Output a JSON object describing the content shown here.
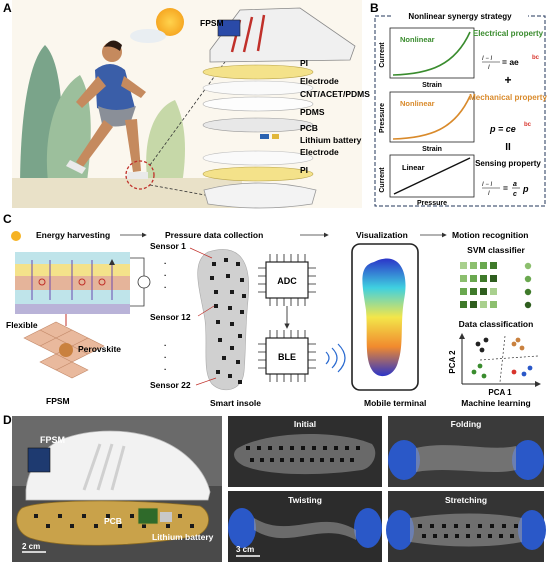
{
  "panels": {
    "a": {
      "letter": "A",
      "layers": [
        "FPSM",
        "PI",
        "Electrode",
        "CNT/ACET/PDMS",
        "PDMS",
        "PCB",
        "Lithium battery",
        "Electrode",
        "PI"
      ]
    },
    "b": {
      "letter": "B",
      "title": "Nonlinear synergy strategy",
      "plots": [
        {
          "curve_label": "Nonlinear",
          "ylabel": "Current",
          "xlabel": "Strain"
        },
        {
          "curve_label": "Nonlinear",
          "ylabel": "Pressure",
          "xlabel": "Strain"
        },
        {
          "curve_label": "Linear",
          "ylabel": "Current",
          "xlabel": "Pressure"
        }
      ],
      "properties": [
        "Electrical property",
        "Mechanical property",
        "Sensing property"
      ],
      "eq1": {
        "frac_num": "I − I",
        "frac_den": "I",
        "sub0": "0",
        "rhs": "= ae",
        "exp": "bc"
      },
      "eq2": {
        "lhs": "p = ce",
        "exp": "bc"
      },
      "eq3": {
        "rhs_pre": "=",
        "num": "a",
        "den": "c",
        "rhs_post": "p"
      },
      "plus": "+",
      "equals": "II"
    },
    "c": {
      "letter": "C",
      "steps": [
        "Energy harvesting",
        "Pressure data collection",
        "Visualization",
        "Motion recognition"
      ],
      "labels": {
        "flexible": "Flexible",
        "perovskite": "Perovskite",
        "fpsm": "FPSM",
        "sensor1": "Sensor 1",
        "sensor12": "Sensor 12",
        "sensor22": "Sensor 22",
        "smart_insole": "Smart insole",
        "adc": "ADC",
        "ble": "BLE",
        "mobile_terminal": "Mobile terminal",
        "svm": "SVM classifier",
        "data_class": "Data classification",
        "pca1": "PCA 1",
        "pca2": "PCA 2",
        "ml": "Machine learning"
      }
    },
    "d": {
      "letter": "D",
      "labels": {
        "fpsm": "FPSM",
        "pcb": "PCB",
        "battery": "Lithium battery",
        "scale1": "2 cm",
        "scale2": "3 cm",
        "initial": "Initial",
        "folding": "Folding",
        "twisting": "Twisting",
        "stretching": "Stretching"
      }
    }
  },
  "colors": {
    "green": "#3a8c2e",
    "orange": "#d98a2b",
    "red": "#d8342c",
    "navy": "#22345a",
    "insole": "#d0d0d0"
  }
}
